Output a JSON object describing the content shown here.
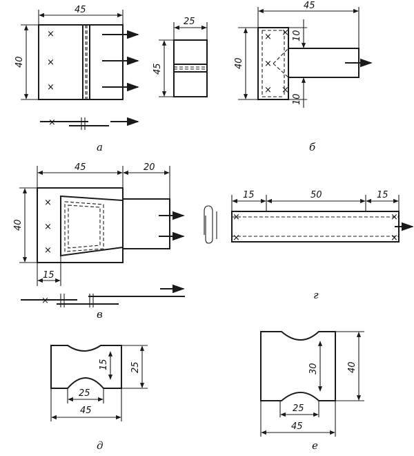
{
  "panels": {
    "a": {
      "label": "а",
      "dims": {
        "width": "45",
        "height": "40",
        "bar_width": "25",
        "bar_height": "45"
      }
    },
    "b": {
      "label": "б",
      "dims": {
        "width": "45",
        "height": "40",
        "gap_top": "10",
        "gap_bottom": "10"
      }
    },
    "v": {
      "label": "в",
      "dims": {
        "width": "45",
        "extension": "20",
        "height": "40",
        "offset": "15"
      }
    },
    "g": {
      "label": "г",
      "dims": {
        "left": "15",
        "middle": "50",
        "right": "15"
      }
    },
    "d": {
      "label": "д",
      "dims": {
        "height": "25",
        "notch_depth": "15",
        "notch_width": "25",
        "width": "45"
      }
    },
    "e": {
      "label": "е",
      "dims": {
        "height": "40",
        "notch_depth": "30",
        "notch_width": "25",
        "width": "45"
      }
    }
  },
  "marks": {
    "cross": "×"
  }
}
